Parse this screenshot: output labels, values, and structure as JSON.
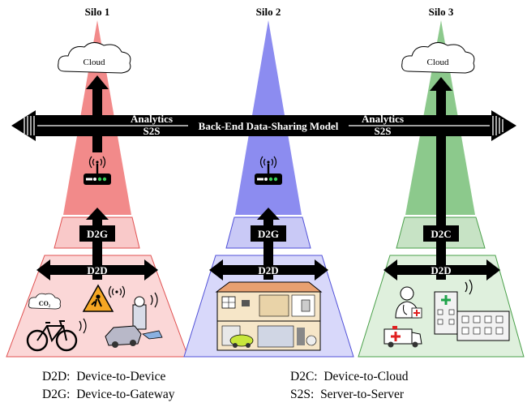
{
  "silos": [
    {
      "title": "Silo 1",
      "layer1_label": "D2D",
      "layer2_label": "D2G",
      "top_node": "Cloud"
    },
    {
      "title": "Silo 2",
      "layer1_label": "D2D",
      "layer2_label": "D2G",
      "top_node": ""
    },
    {
      "title": "Silo 3",
      "layer1_label": "D2D",
      "layer2_label": "D2C",
      "top_node": "Cloud"
    }
  ],
  "backbone": {
    "label": "Back-End Data-Sharing Model",
    "left_labels": [
      "Analytics",
      "S2S"
    ],
    "right_labels": [
      "Analytics",
      "S2S"
    ]
  },
  "icon_text": {
    "co2": "CO₂"
  },
  "legend": [
    {
      "abbr": "D2D:",
      "text": "Device-to-Device"
    },
    {
      "abbr": "D2C:",
      "text": "Device-to-Cloud"
    },
    {
      "abbr": "D2G:",
      "text": "Device-to-Gateway"
    },
    {
      "abbr": "S2S:",
      "text": "Server-to-Server"
    }
  ],
  "colors": {
    "silo1": "#f28a8a",
    "silo1_light": "#f9c9c9",
    "silo2": "#8c8cf0",
    "silo2_light": "#c9c9f6",
    "silo3": "#8cc98c",
    "silo3_light": "#c7e3c5"
  }
}
